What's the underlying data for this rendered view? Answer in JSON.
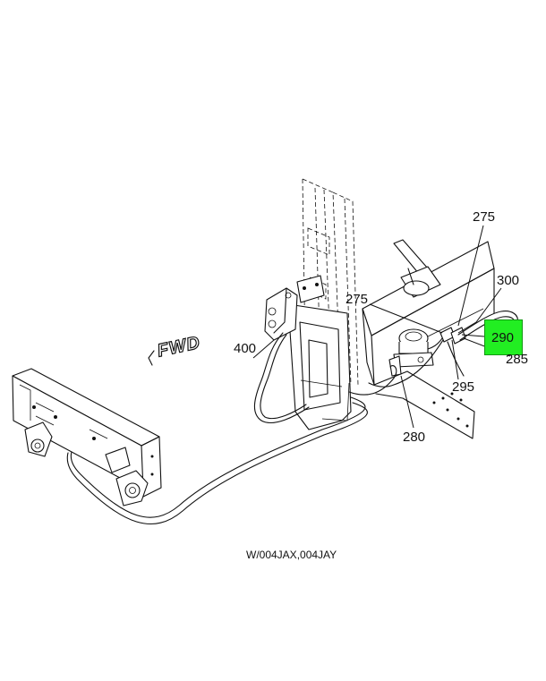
{
  "direction_marker": "FWD",
  "callouts": [
    {
      "id": "callout-275-top",
      "text": "275"
    },
    {
      "id": "callout-300",
      "text": "300"
    },
    {
      "id": "callout-275-left",
      "text": "275"
    },
    {
      "id": "callout-290",
      "text": "290",
      "highlighted": true,
      "highlight_color": "#22ee22"
    },
    {
      "id": "callout-285",
      "text": "285"
    },
    {
      "id": "callout-400",
      "text": "400"
    },
    {
      "id": "callout-295",
      "text": "295"
    },
    {
      "id": "callout-280",
      "text": "280"
    }
  ],
  "caption": "W/004JAX,004JAY"
}
